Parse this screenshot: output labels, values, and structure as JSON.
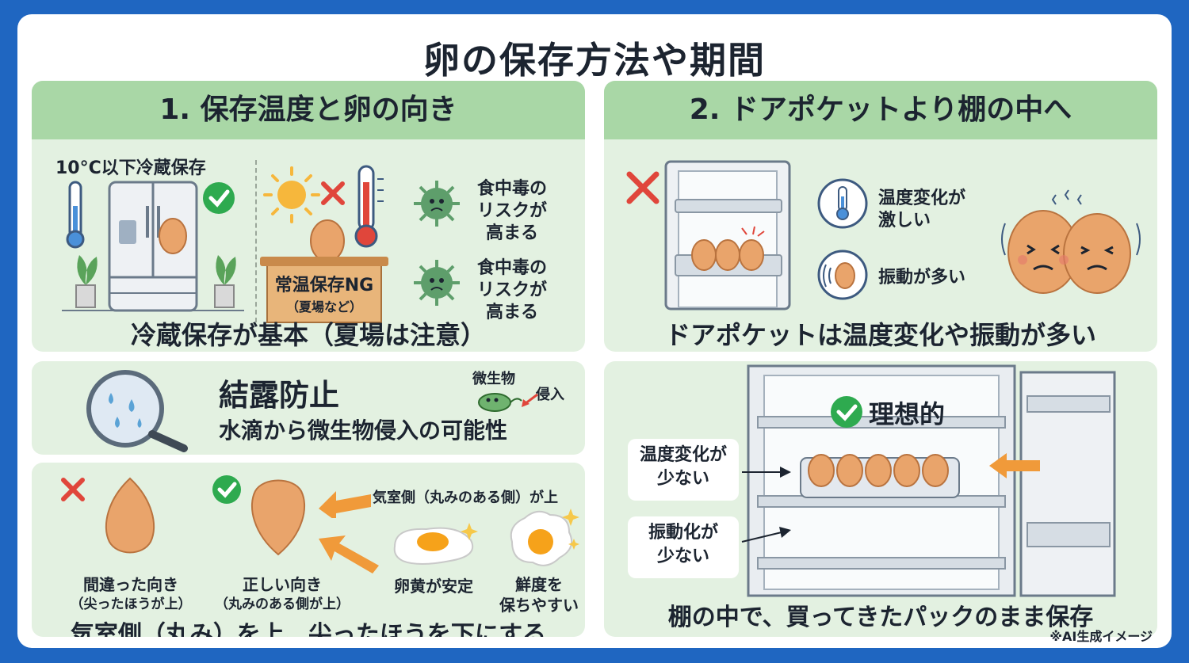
{
  "title": "卵の保存方法や期間",
  "panel1": {
    "heading": "1. 保存温度と卵の向き",
    "fridge_label": "10°C以下冷蔵保存",
    "room_temp_label": "常温保存NG",
    "room_temp_sub": "（夏場など）",
    "risk1": [
      "食中毒の",
      "リスクが",
      "高まる"
    ],
    "risk2": [
      "食中毒の",
      "リスクが",
      "高まる"
    ],
    "caption": "冷蔵保存が基本（夏場は注意）"
  },
  "panel2": {
    "heading": "結露防止",
    "subtitle": "水滴から微生物侵入の可能性",
    "microbe_label": "微生物",
    "invade_label": "侵入"
  },
  "panel3": {
    "air_cell_label": "気室側（丸みのある側）が上",
    "wrong_label": "間違った向き",
    "wrong_sub": "（尖ったほうが上）",
    "right_label": "正しい向き",
    "right_sub": "（丸みのある側が上）",
    "yolk_label": "卵黄が安定",
    "fresh_label": [
      "鮮度を",
      "保ちやすい"
    ],
    "caption": "気室側（丸み）を上、尖ったほうを下にする"
  },
  "panel4": {
    "heading": "2. ドアポケットより棚の中へ",
    "temp_change": [
      "温度変化が",
      "激しい"
    ],
    "vibration": "振動が多い",
    "caption": "ドアポケットは温度変化や振動が多い"
  },
  "panel5": {
    "ideal_label": "理想的",
    "callout1": [
      "温度変化が",
      "少ない"
    ],
    "callout2": [
      "振動化が",
      "少ない"
    ],
    "caption": "棚の中で、買ってきたパックのまま保存"
  },
  "footnote": "※AI生成イメージ",
  "colors": {
    "background": "#1f66c1",
    "panel": "#e3f1e1",
    "header": "#a9d7a6",
    "egg": "#e9a46b",
    "check": "#2eaa4f",
    "cross": "#e0463b",
    "arrow": "#f09a3a"
  }
}
